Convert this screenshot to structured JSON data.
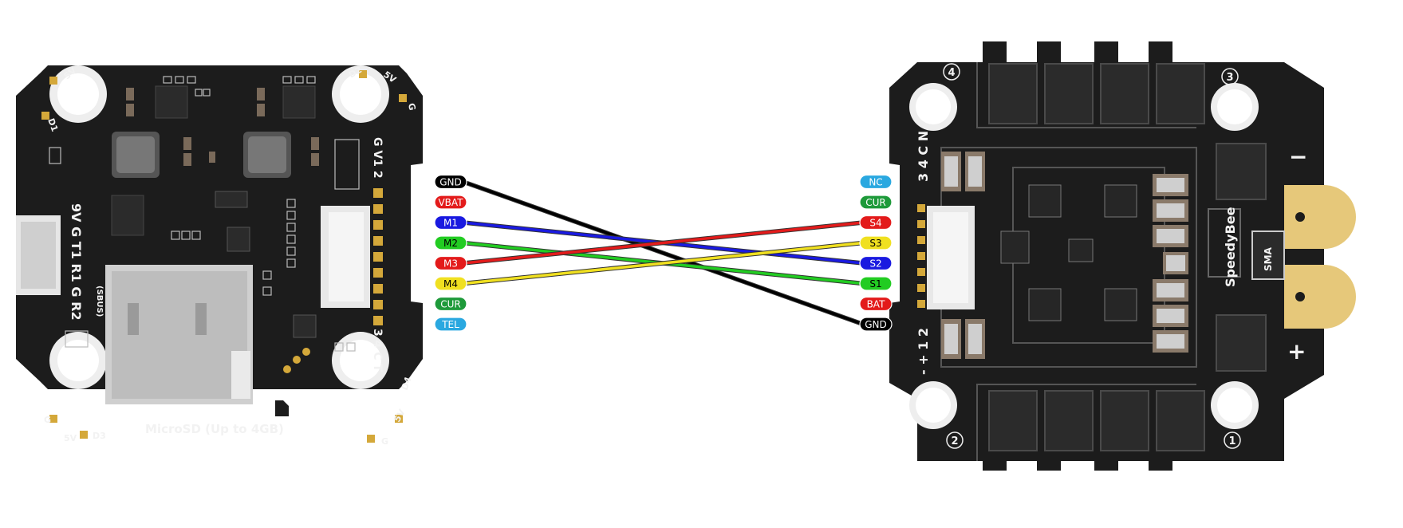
{
  "fc": {
    "microsd_label": "MicroSD (Up to 4GB)",
    "silk_side_left": "9V G T1 R1 G R2",
    "silk_sbus": "(SBUS)",
    "silk_top_connector": "G V1 2",
    "silk_bottom_connector": "3 4 C T",
    "silk_d1": "D1",
    "silk_d2": "D2",
    "silk_d3": "D3",
    "silk_d4": "D4",
    "silk_g": "G",
    "silk_5v": "5V",
    "pins": [
      {
        "label": "GND",
        "color": "#000000",
        "text_color": "#ffffff"
      },
      {
        "label": "VBAT",
        "color": "#e31b1b",
        "text_color": "#ffffff"
      },
      {
        "label": "M1",
        "color": "#1a1ae0",
        "text_color": "#ffffff"
      },
      {
        "label": "M2",
        "color": "#22cc22",
        "text_color": "#000000"
      },
      {
        "label": "M3",
        "color": "#e31b1b",
        "text_color": "#ffffff"
      },
      {
        "label": "M4",
        "color": "#f0e020",
        "text_color": "#000000"
      },
      {
        "label": "CUR",
        "color": "#1e9a3a",
        "text_color": "#ffffff"
      },
      {
        "label": "TEL",
        "color": "#2aa8e0",
        "text_color": "#ffffff"
      }
    ]
  },
  "esc": {
    "brand": "SpeedyBee",
    "sma_label": "SMA",
    "silk_top": "3 4 C N",
    "silk_bottom": "- + 1 2",
    "plus_sign": "+",
    "minus_sign": "−",
    "corner_numbers": [
      "4",
      "3",
      "2",
      "1"
    ],
    "pins": [
      {
        "label": "NC",
        "color": "#2aa8e0",
        "text_color": "#ffffff"
      },
      {
        "label": "CUR",
        "color": "#1e9a3a",
        "text_color": "#ffffff"
      },
      {
        "label": "S4",
        "color": "#e31b1b",
        "text_color": "#ffffff"
      },
      {
        "label": "S3",
        "color": "#f0e020",
        "text_color": "#000000"
      },
      {
        "label": "S2",
        "color": "#1a1ae0",
        "text_color": "#ffffff"
      },
      {
        "label": "S1",
        "color": "#22cc22",
        "text_color": "#000000"
      },
      {
        "label": "BAT",
        "color": "#e31b1b",
        "text_color": "#ffffff"
      },
      {
        "label": "GND",
        "color": "#000000",
        "text_color": "#ffffff"
      }
    ]
  },
  "wires": [
    {
      "from": "GND",
      "to": "GND",
      "color": "#000000"
    },
    {
      "from": "M1",
      "to": "S2",
      "color": "#1a1ae0"
    },
    {
      "from": "M2",
      "to": "S1",
      "color": "#22cc22"
    },
    {
      "from": "M3",
      "to": "S4",
      "color": "#e31b1b"
    },
    {
      "from": "M4",
      "to": "S3",
      "color": "#f0e020"
    }
  ]
}
